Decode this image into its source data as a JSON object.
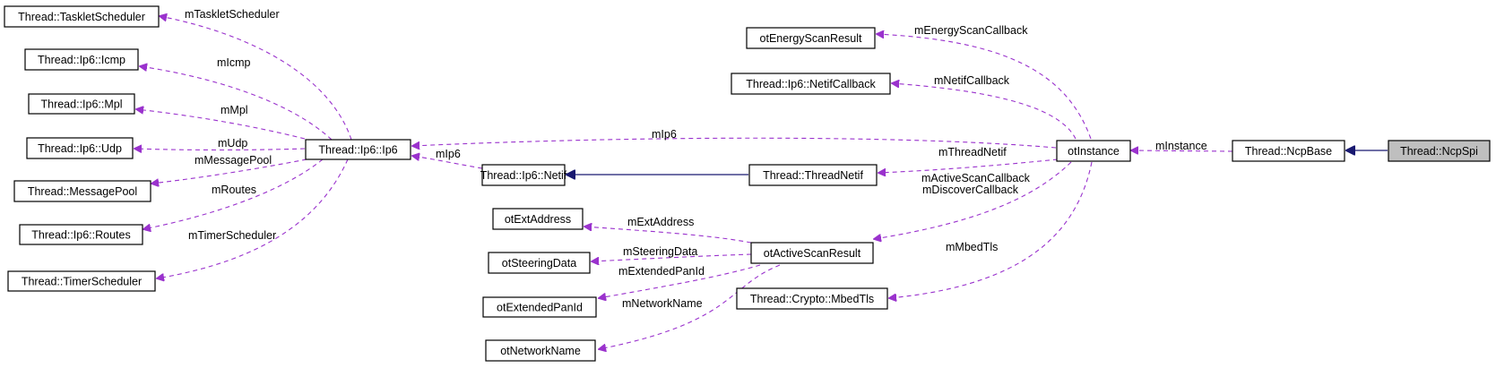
{
  "nodes": {
    "ncp_spi": "Thread::NcpSpi",
    "ncp_base": "Thread::NcpBase",
    "ot_instance": "otInstance",
    "ip6": "Thread::Ip6::Ip6",
    "tasklet_scheduler": "Thread::TaskletScheduler",
    "icmp": "Thread::Ip6::Icmp",
    "mpl": "Thread::Ip6::Mpl",
    "udp": "Thread::Ip6::Udp",
    "message_pool": "Thread::MessagePool",
    "routes": "Thread::Ip6::Routes",
    "timer_scheduler": "Thread::TimerScheduler",
    "netif": "Thread::Ip6::Netif",
    "thread_netif": "Thread::ThreadNetif",
    "energy_scan_result": "otEnergyScanResult",
    "netif_callback": "Thread::Ip6::NetifCallback",
    "active_scan_result": "otActiveScanResult",
    "ext_address": "otExtAddress",
    "steering_data": "otSteeringData",
    "extended_pan_id": "otExtendedPanId",
    "network_name": "otNetworkName",
    "mbed_tls": "Thread::Crypto::MbedTls"
  },
  "edge_labels": {
    "instance": "mInstance",
    "ip6_from_instance": "mIp6",
    "ip6_from_netif": "mIp6",
    "tasklet_scheduler": "mTaskletScheduler",
    "icmp": "mIcmp",
    "mpl": "mMpl",
    "udp": "mUdp",
    "message_pool": "mMessagePool",
    "routes": "mRoutes",
    "timer_scheduler": "mTimerScheduler",
    "energy_scan_callback": "mEnergyScanCallback",
    "netif_callback": "mNetifCallback",
    "thread_netif": "mThreadNetif",
    "active_scan_callback": "mActiveScanCallback",
    "discover_callback": "mDiscoverCallback",
    "mbed_tls": "mMbedTls",
    "ext_address": "mExtAddress",
    "steering_data": "mSteeringData",
    "extended_pan_id": "mExtendedPanId",
    "network_name": "mNetworkName"
  },
  "colors": {
    "usage_edge": "#9a32cd",
    "inheritance_edge": "#191970",
    "highlight_fill": "#bfbfbf"
  }
}
